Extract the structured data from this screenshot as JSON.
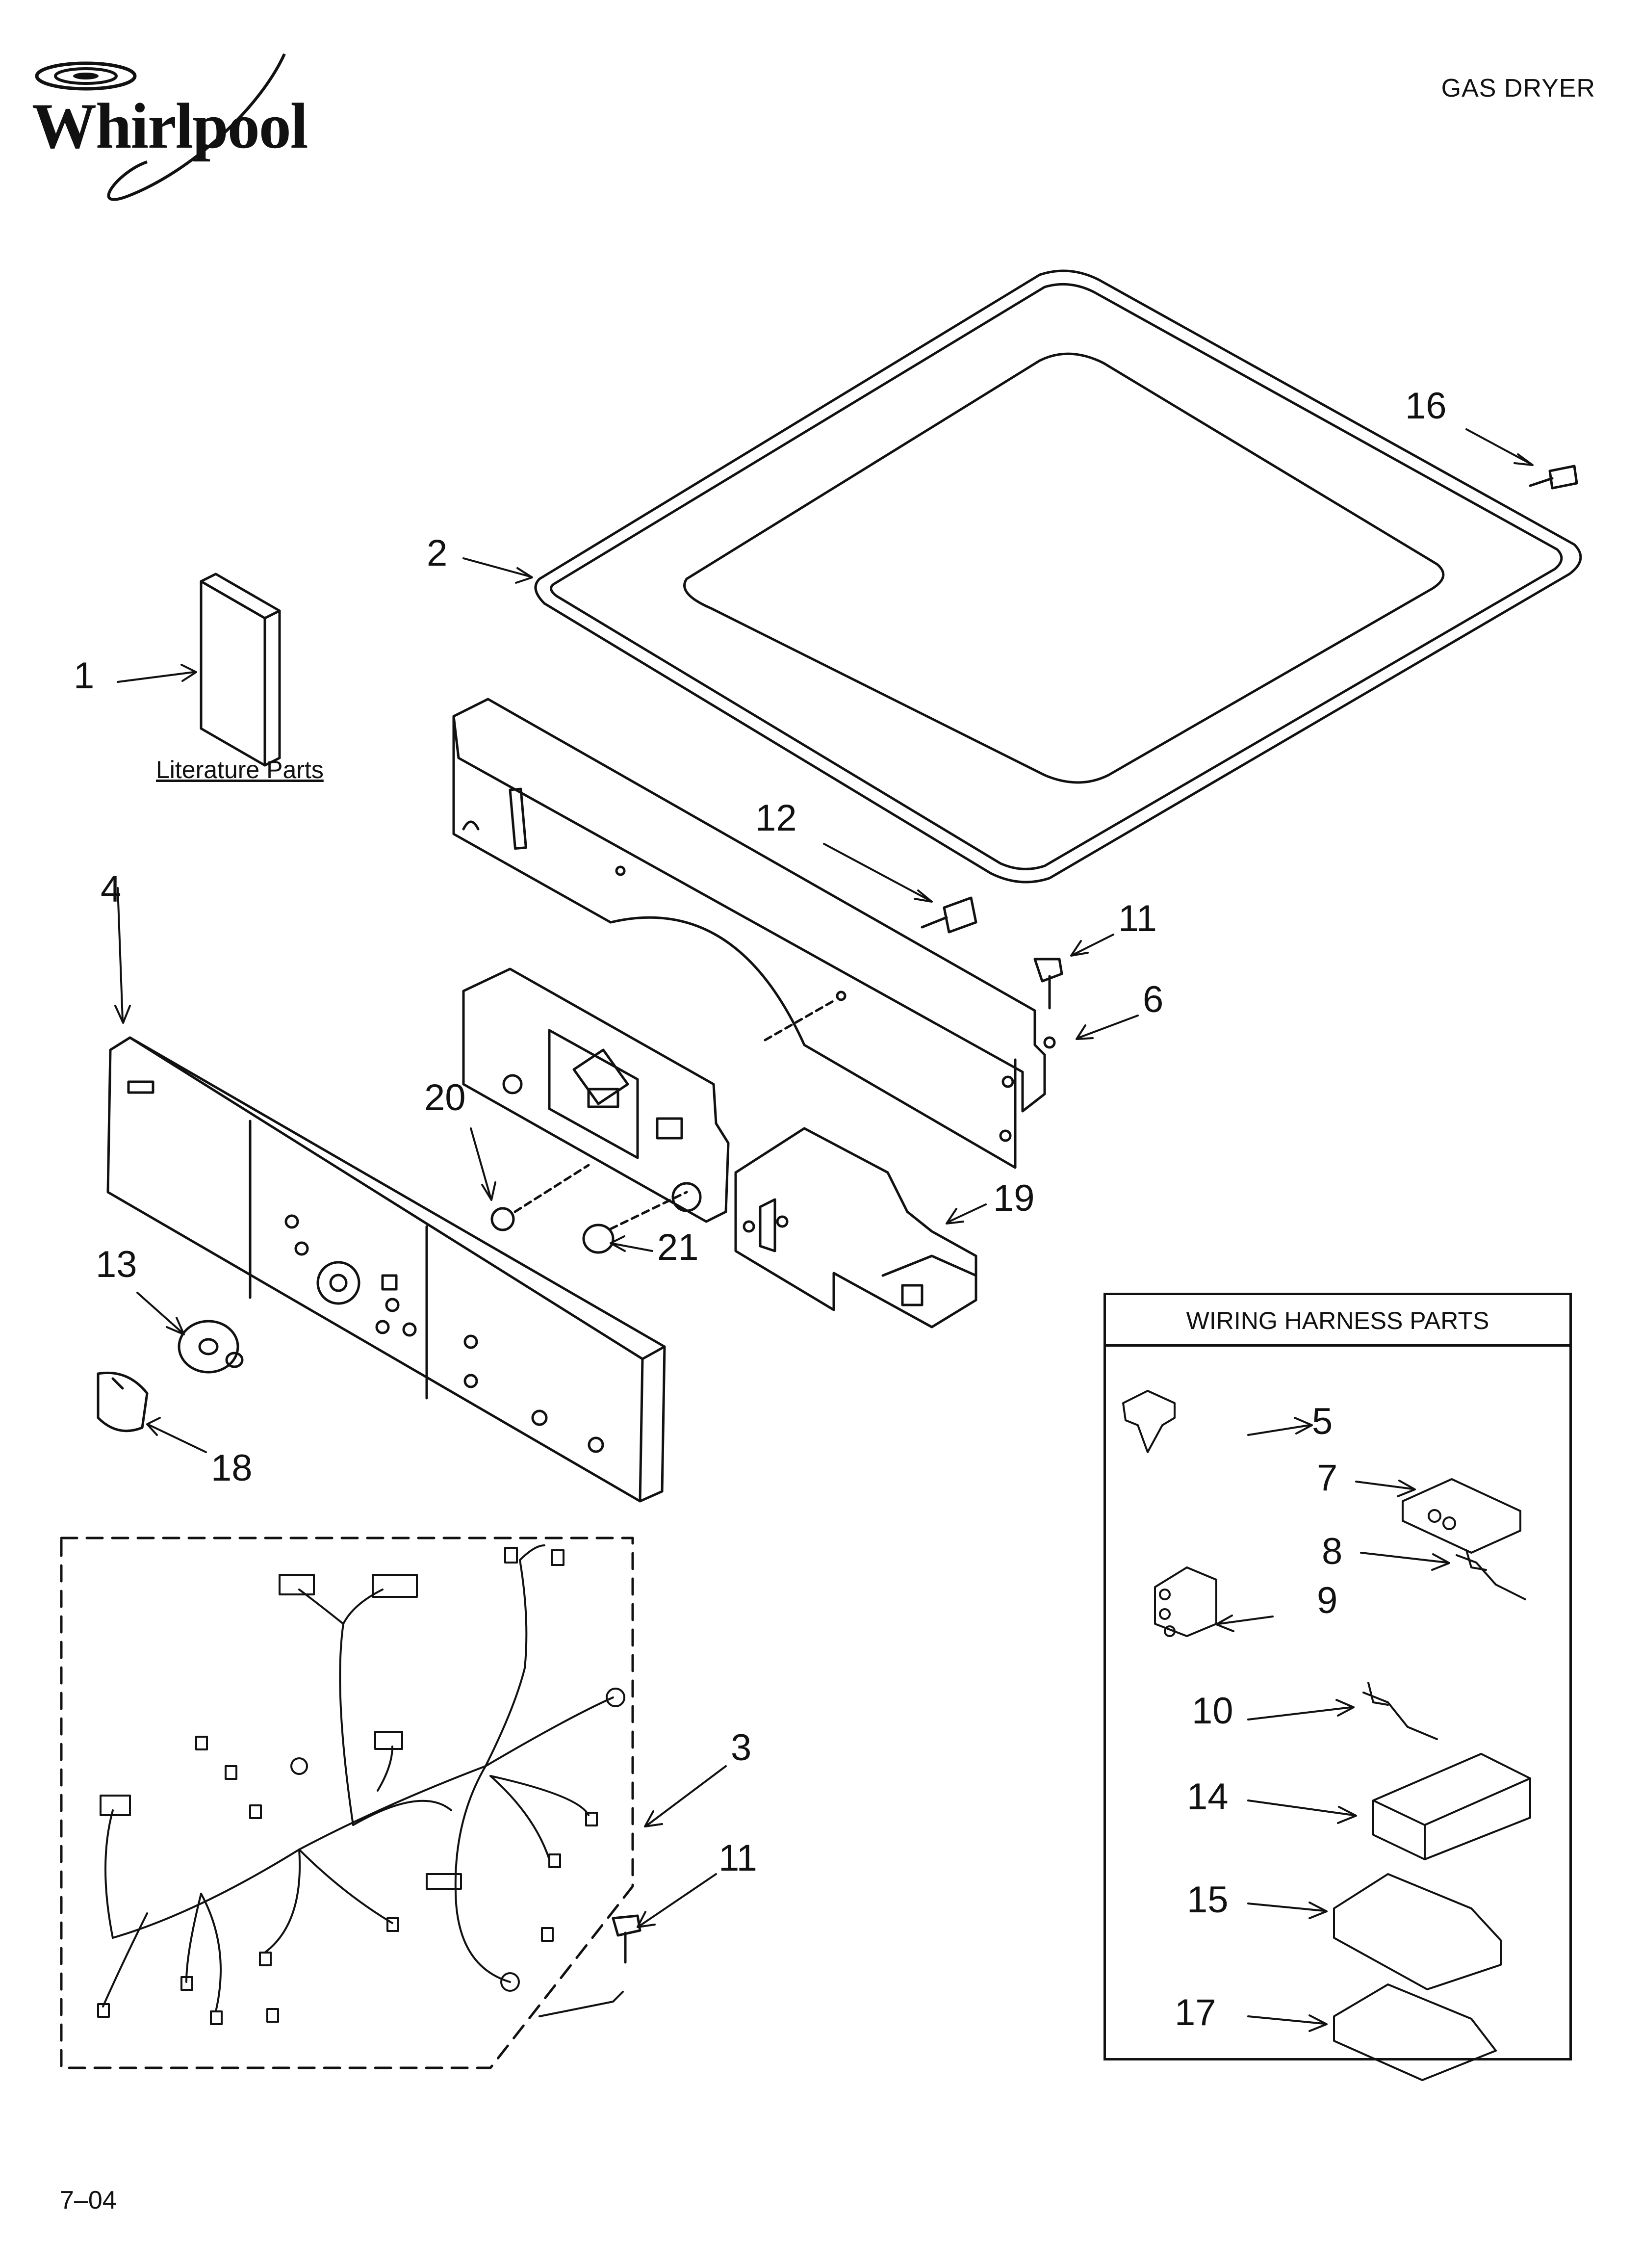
{
  "header": {
    "brand": "Whirlpool",
    "title": "GAS DRYER"
  },
  "footer": {
    "code": "7–04"
  },
  "literature": {
    "label": "Literature Parts"
  },
  "harness": {
    "title": "WIRING HARNESS PARTS"
  },
  "callouts": {
    "c1": "1",
    "c2": "2",
    "c3": "3",
    "c4": "4",
    "c5": "5",
    "c6": "6",
    "c7": "7",
    "c8": "8",
    "c9": "9",
    "c10": "10",
    "c11a": "11",
    "c11b": "11",
    "c12": "12",
    "c13": "13",
    "c14": "14",
    "c15": "15",
    "c16": "16",
    "c17": "17",
    "c18": "18",
    "c19": "19",
    "c20": "20",
    "c21": "21"
  }
}
